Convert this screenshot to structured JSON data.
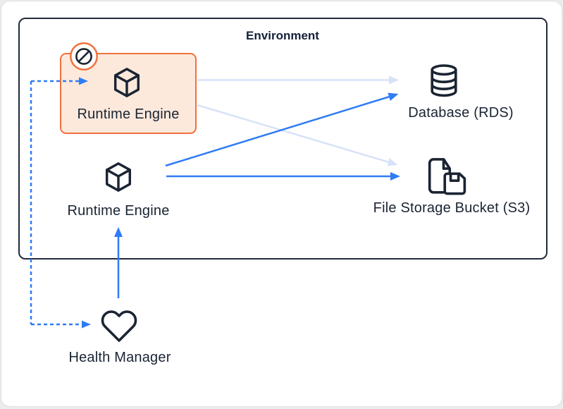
{
  "environment": {
    "label": "Environment"
  },
  "nodes": {
    "runtime_blocked": {
      "label": "Runtime Engine",
      "icon": "cube-icon",
      "status": "blocked",
      "badge_icon": "prohibited-icon"
    },
    "runtime_active": {
      "label": "Runtime Engine",
      "icon": "cube-icon"
    },
    "database": {
      "label": "Database (RDS)",
      "icon": "database-icon"
    },
    "file_storage": {
      "label": "File Storage Bucket (S3)",
      "icon": "file-storage-icon"
    },
    "health_manager": {
      "label": "Health Manager",
      "icon": "heart-icon"
    }
  },
  "connections": [
    {
      "from": "runtime_blocked",
      "to": "database",
      "style": "inactive-solid"
    },
    {
      "from": "runtime_blocked",
      "to": "file_storage",
      "style": "inactive-solid"
    },
    {
      "from": "runtime_active",
      "to": "database",
      "style": "active-solid"
    },
    {
      "from": "runtime_active",
      "to": "file_storage",
      "style": "active-solid"
    },
    {
      "from": "health_manager",
      "to": "runtime_active",
      "style": "active-solid"
    },
    {
      "from": "health_manager",
      "to": "runtime_blocked",
      "style": "dashed",
      "bidirectional": true
    }
  ],
  "colors": {
    "accent_blue": "#2f7cf5",
    "inactive_blue": "#d8e2f7",
    "alert_orange": "#f1713c",
    "alert_orange_fill": "#fce9dc",
    "ink": "#1b2433",
    "environment_border": "#222b3a",
    "card_background": "#ffffff",
    "page_background": "#ececec"
  }
}
